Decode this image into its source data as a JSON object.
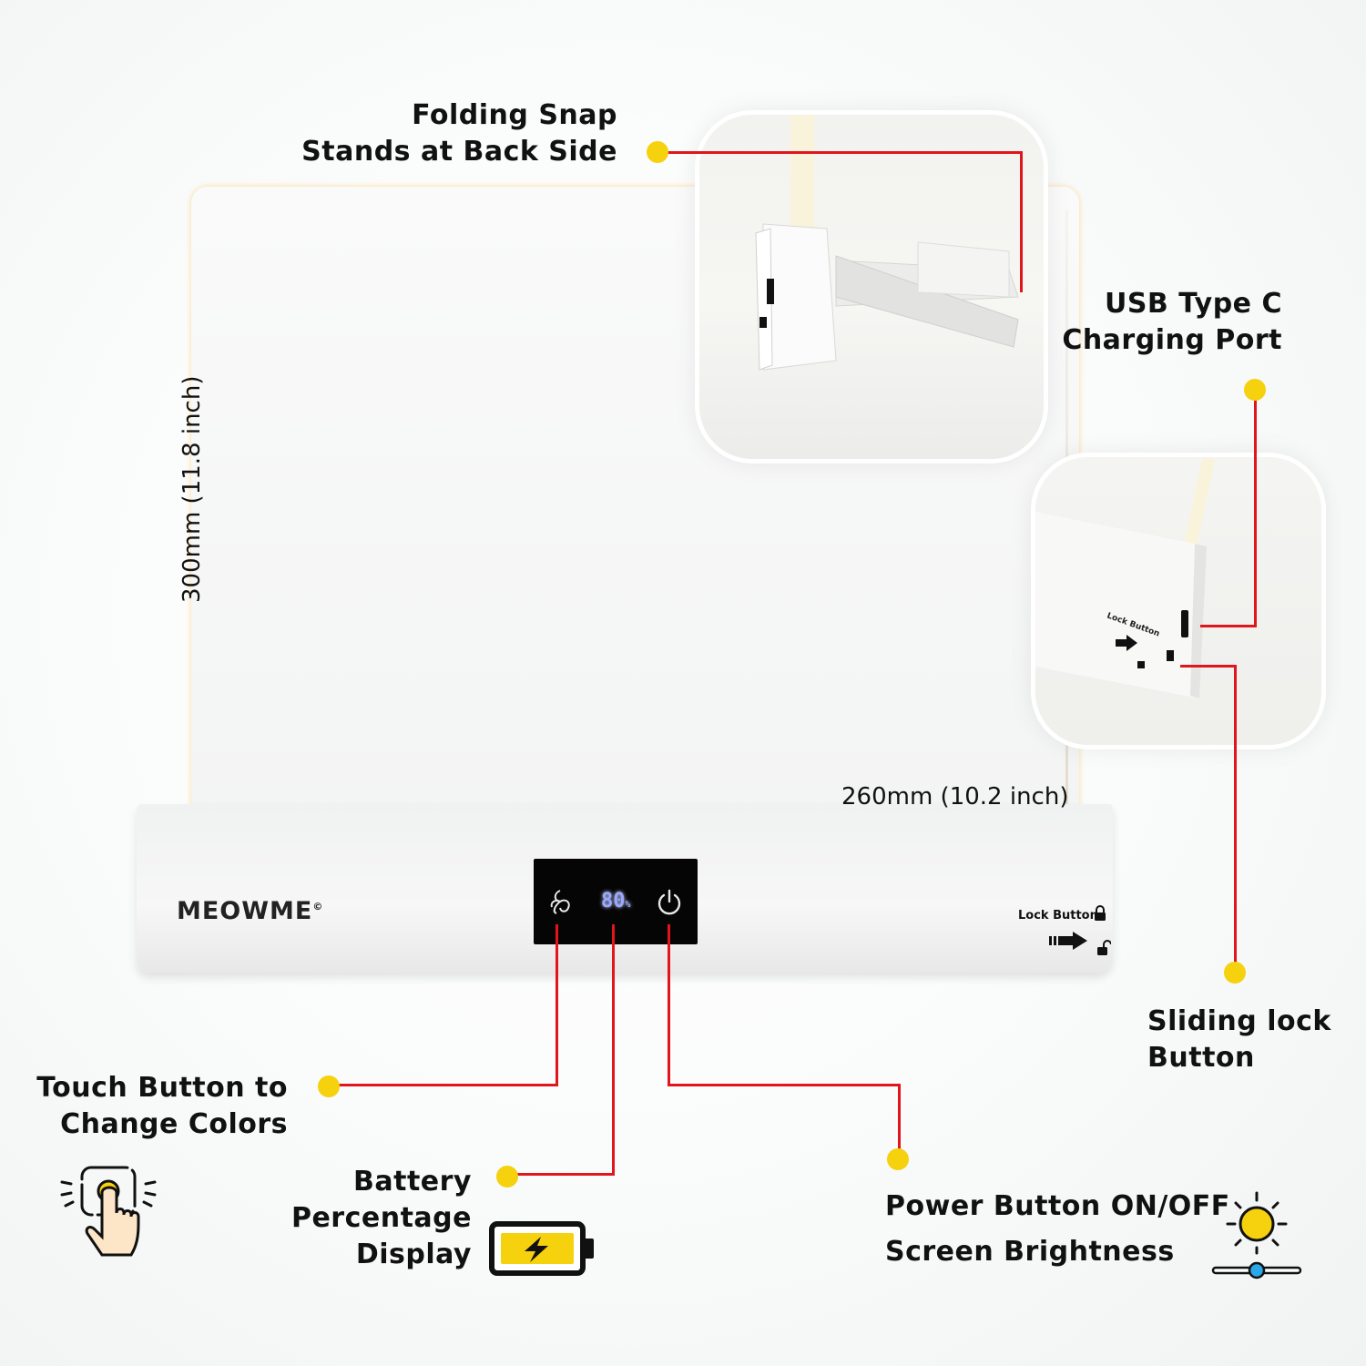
{
  "brand": {
    "name": "MEOWME",
    "mark": "©"
  },
  "dimensions": {
    "height": "300mm (11.8 inch)",
    "width": "260mm (10.2 inch)"
  },
  "panel": {
    "battery_reading": "80",
    "battery_unit": "%"
  },
  "lock_label": "Lock Button",
  "inset_lock_label": "Lock Button",
  "callouts": {
    "folding_stand": [
      "Folding Snap",
      "Stands at Back Side"
    ],
    "usb_port": [
      "USB Type C",
      "Charging Port"
    ],
    "sliding_lock": [
      "Sliding lock",
      "Button"
    ],
    "touch_button": [
      "Touch Button to",
      "Change Colors"
    ],
    "battery": [
      "Battery",
      "Percentage",
      "Display"
    ],
    "power": [
      "Power Button ON/OFF",
      "Screen Brightness"
    ]
  },
  "colors": {
    "accent_dot": "#f6d10e",
    "connector_line": "#e0161c",
    "panel_bg": "#050505"
  },
  "icons": [
    "color-cycle-icon",
    "power-icon",
    "lock-closed-icon",
    "lock-open-icon",
    "arrow-right-icon",
    "touch-hand-icon",
    "battery-charging-icon",
    "brightness-sun-icon"
  ]
}
